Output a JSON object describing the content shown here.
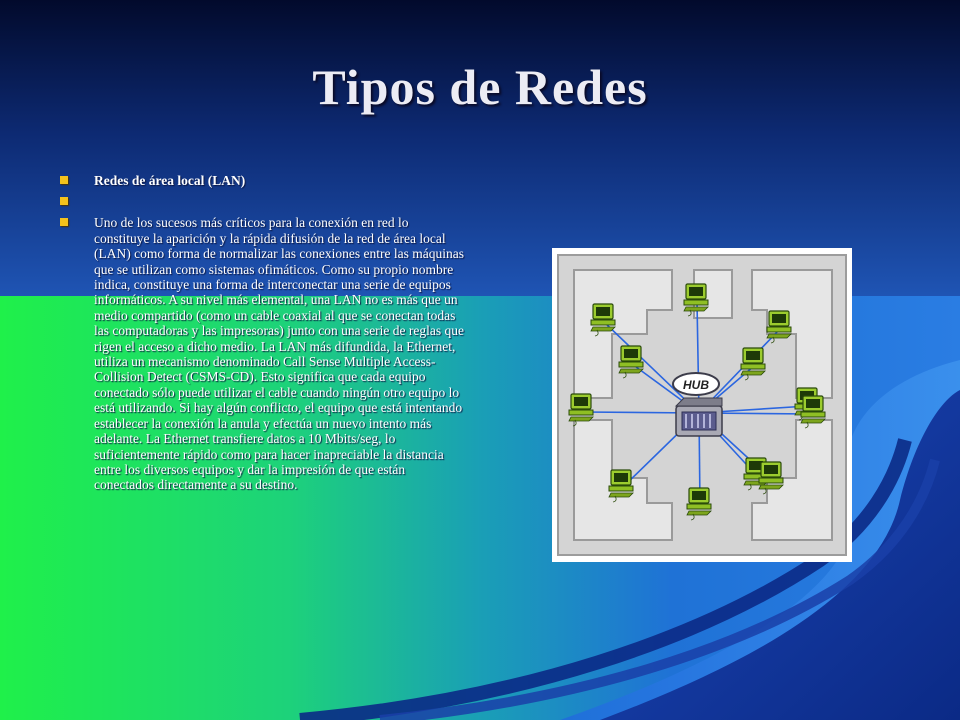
{
  "slide": {
    "title": "Tipos de Redes",
    "bullets": [
      "Redes de área local (LAN)",
      "",
      "Uno de los sucesos más críticos para la conexión en red lo constituye la aparición y la rápida difusión de la red de área local (LAN) como forma de normalizar las conexiones entre las máquinas que se utilizan como sistemas ofimáticos. Como su propio nombre indica, constituye una forma de interconectar una serie de equipos informáticos. A su nivel más elemental, una LAN no es más que un medio compartido (como un cable coaxial al que se conectan todas las computadoras y las impresoras) junto con una serie de reglas que rigen el acceso a dicho medio. La LAN más difundida, la Ethernet, utiliza un mecanismo denominado Call Sense Multiple Access-Collision Detect (CSMS-CD). Esto significa que cada equipo conectado sólo puede utilizar el cable cuando ningún otro equipo lo está utilizando. Si hay algún conflicto, el equipo que está intentando establecer la conexión la anula y efectúa un nuevo intento más adelante. La Ethernet transfiere datos a 10 Mbits/seg, lo suficientemente rápido como para hacer inapreciable la distancia entre los diversos equipos y dar la impresión de que están conectados directamente a su destino."
    ],
    "diagram": {
      "hub_label": "HUB",
      "computer_count": 12
    }
  },
  "colors": {
    "bullet": "#f3c21c",
    "title": "#ececf4",
    "bg_top": "#04113a",
    "bg_mid": "#1c4fa8",
    "bg_green": "#1ee84c"
  }
}
